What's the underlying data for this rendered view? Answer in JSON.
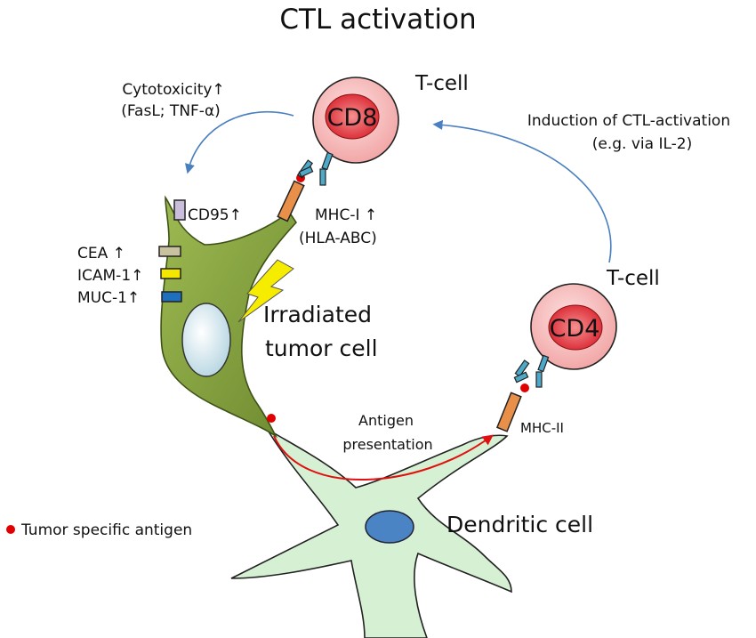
{
  "title": "CTL activation",
  "cd8_tcell": {
    "label": "T-cell",
    "marker": "CD8"
  },
  "cd4_tcell": {
    "label": "T-cell",
    "marker": "CD4"
  },
  "cytotoxicity": {
    "line1": "Cytotoxicity↑",
    "line2": "(FasL; TNF-α)"
  },
  "induction": {
    "line1": "Induction of CTL-activation",
    "line2": "(e.g. via IL-2)"
  },
  "tumor_cell": {
    "line1": "Irradiated",
    "line2": "tumor cell",
    "markers": [
      {
        "label": "CD95↑",
        "color": "#c9bfdc"
      },
      {
        "label": "CEA ↑",
        "color": "#c8c2a0"
      },
      {
        "label": "ICAM-1↑",
        "color": "#f5e800"
      },
      {
        "label": "MUC-1↑",
        "color": "#1f6fbf"
      }
    ],
    "mhc1_line1": "MHC-I ↑",
    "mhc1_line2": "(HLA-ABC)"
  },
  "antigen_presentation": {
    "line1": "Antigen",
    "line2": "presentation"
  },
  "mhc2": "MHC-II",
  "dendritic_cell": "Dendritic cell",
  "legend": {
    "label": "Tumor specific antigen",
    "color": "#e00000"
  },
  "colors": {
    "tumor": "#8fae48",
    "dendritic": "#d6f0d4",
    "tcell": "#f6b8b8",
    "arrow_blue": "#4a7fc0",
    "arrow_red": "#e01010",
    "mhc": "#e8904a",
    "tcr": "#4ea8c8"
  }
}
